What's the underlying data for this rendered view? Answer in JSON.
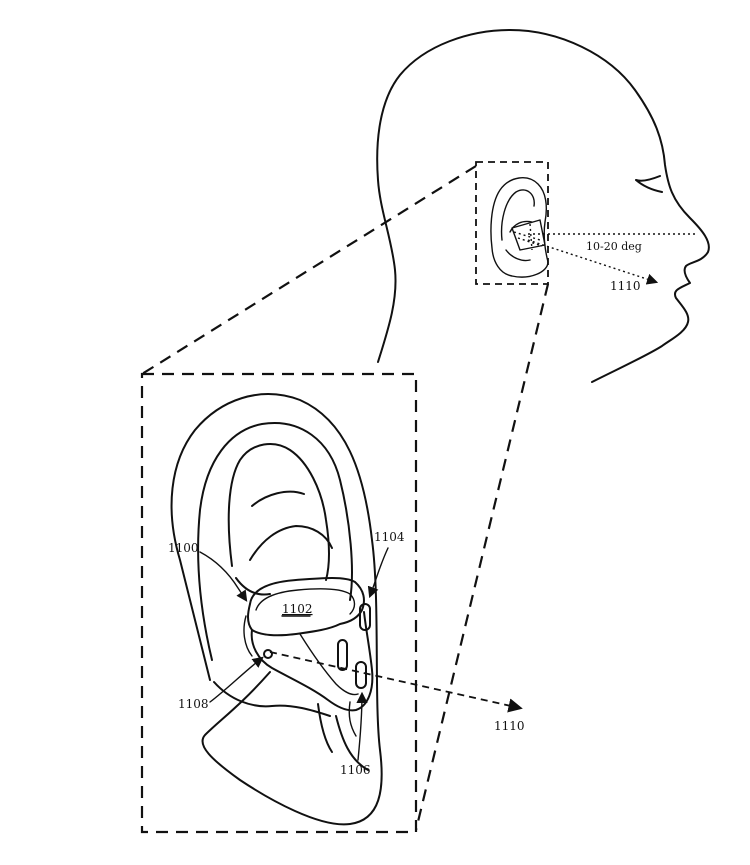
{
  "labels": {
    "angle": "10-20 deg",
    "direction_top": "1110",
    "direction_bottom": "1110",
    "device": "1100",
    "housing": "1102",
    "sensor_top": "1104",
    "sensor_bottom": "1106",
    "port": "1108"
  }
}
